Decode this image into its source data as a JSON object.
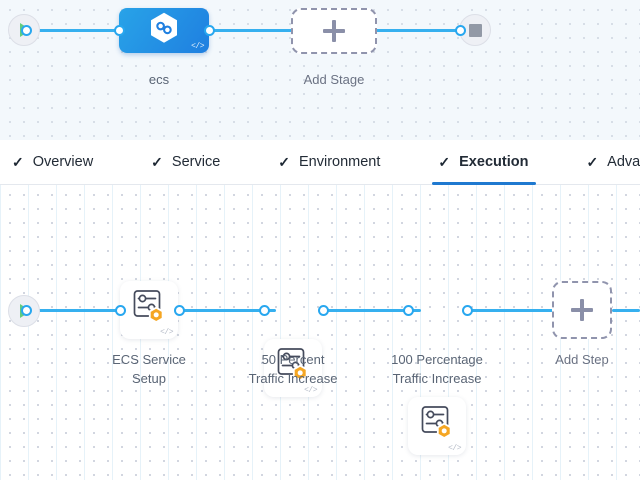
{
  "stage_canvas": {
    "name": "pipeline-stage-canvas",
    "background_color": "#f3f8fc",
    "start_node": {
      "icon": "play-icon",
      "label": ""
    },
    "end_node": {
      "icon": "stop-icon",
      "label": ""
    },
    "stage": {
      "label": "ecs",
      "icon": "harness-hexagon-icon",
      "code_badge": "</>",
      "accent_color": "#1f7fe0"
    },
    "add_stage": {
      "label": "Add Stage",
      "icon": "plus-icon"
    }
  },
  "tab_bar": {
    "active_index": 3,
    "active_color": "#1f79d0",
    "tabs": [
      {
        "label": "Overview",
        "check": "✓",
        "complete": true
      },
      {
        "label": "Service",
        "check": "✓",
        "complete": true
      },
      {
        "label": "Environment",
        "check": "✓",
        "complete": true
      },
      {
        "label": "Execution",
        "check": "✓",
        "complete": true
      },
      {
        "label": "Advanced",
        "check": "✓",
        "complete": true
      }
    ]
  },
  "execution_canvas": {
    "name": "execution-steps-canvas",
    "background_color": "#ffffff",
    "connector_color": "#36b0ef",
    "start_node": {
      "icon": "play-icon"
    },
    "steps": [
      {
        "label": "ECS Service\nSetup",
        "icon": "step-settings-icon",
        "badge_icon": "harness-hexagon-badge",
        "badge_color": "#f5a623",
        "code_badge": "</>"
      },
      {
        "label": "50 Percent\nTraffic Increase",
        "icon": "step-settings-icon",
        "badge_icon": "harness-hexagon-badge",
        "badge_color": "#f5a623",
        "code_badge": "</>"
      },
      {
        "label": "100 Percentage\nTraffic Increase",
        "icon": "step-settings-icon",
        "badge_icon": "harness-hexagon-badge",
        "badge_color": "#f5a623",
        "code_badge": "</>"
      }
    ],
    "add_step": {
      "label": "Add Step",
      "icon": "plus-icon"
    }
  }
}
